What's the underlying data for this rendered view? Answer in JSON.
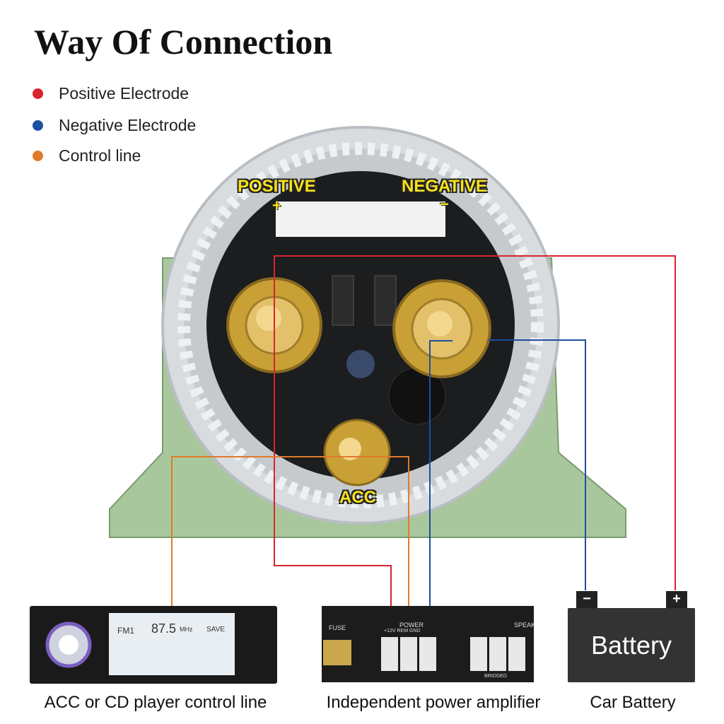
{
  "title": "Way Of Connection",
  "legend": [
    {
      "label": "Positive Electrode",
      "color": "#d9232e"
    },
    {
      "label": "Negative Electrode",
      "color": "#1e4fa0"
    },
    {
      "label": "Control line",
      "color": "#e07a2a"
    }
  ],
  "device_labels": {
    "positive": "POSITIVE",
    "negative": "NEGATIVE",
    "acc": "ACC",
    "plus": "+",
    "minus": "−"
  },
  "battery": {
    "label": "Battery",
    "neg": "−",
    "pos": "+"
  },
  "player": {
    "band": "FM1",
    "freq": "87.5",
    "unit": "MHz",
    "save": "SAVE"
  },
  "amp": {
    "fuse": "FUSE",
    "power": "POWER",
    "terminals": "+12V  REM  GND",
    "speaker": "SPEAK",
    "bridged": "BRIDGED"
  },
  "captions": {
    "player": "ACC or CD player control line",
    "amp": "Independent power amplifier",
    "battery": "Car Battery"
  },
  "colors": {
    "positive": "#d9232e",
    "negative": "#1e4fa0",
    "control": "#e07a2a",
    "bracket": "#a9c79c"
  }
}
